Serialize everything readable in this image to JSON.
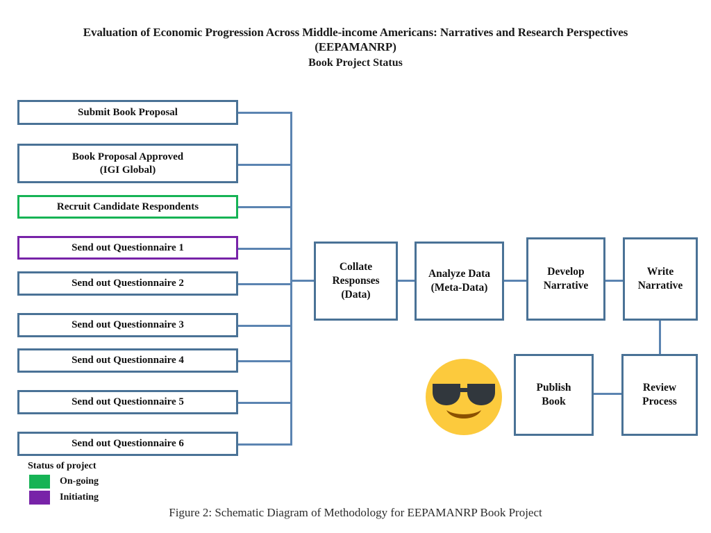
{
  "title": {
    "line1": "Evaluation of Economic Progression Across Middle-income Americans: Narratives and Research Perspectives",
    "line2": "(EEPAMANRP)",
    "line3": "Book Project Status"
  },
  "colors": {
    "box_border": "#4a7296",
    "connector": "#5b84b1",
    "status_ongoing": "#16b355",
    "status_initiating": "#7823a8",
    "emoji_face": "#FCCA3D",
    "emoji_glasses": "#31373D",
    "emoji_mouth": "#8A5001"
  },
  "left_column": [
    {
      "label": "Submit Book Proposal",
      "status": "none"
    },
    {
      "label": "Book Proposal Approved\n(IGI Global)",
      "status": "none"
    },
    {
      "label": "Recruit Candidate Respondents",
      "status": "ongoing"
    },
    {
      "label": "Send out Questionnaire 1",
      "status": "initiating"
    },
    {
      "label": "Send out Questionnaire 2",
      "status": "none"
    },
    {
      "label": "Send out Questionnaire 3",
      "status": "none"
    },
    {
      "label": "Send out Questionnaire 4",
      "status": "none"
    },
    {
      "label": "Send out Questionnaire 5",
      "status": "none"
    },
    {
      "label": "Send out Questionnaire 6",
      "status": "none"
    }
  ],
  "process_row": [
    {
      "label": "Collate\nResponses\n(Data)"
    },
    {
      "label": "Analyze Data\n(Meta-Data)"
    },
    {
      "label": "Develop\nNarrative"
    },
    {
      "label": "Write\nNarrative"
    }
  ],
  "bottom_row": [
    {
      "label": "Publish\nBook"
    },
    {
      "label": "Review\nProcess"
    }
  ],
  "legend": {
    "title": "Status of project",
    "items": [
      {
        "label": "On-going",
        "color": "#16b355"
      },
      {
        "label": "Initiating",
        "color": "#7823a8"
      }
    ]
  },
  "emoji": {
    "name": "smiling-face-with-sunglasses"
  },
  "caption": "Figure 2: Schematic Diagram of Methodology for EEPAMANRP Book Project"
}
